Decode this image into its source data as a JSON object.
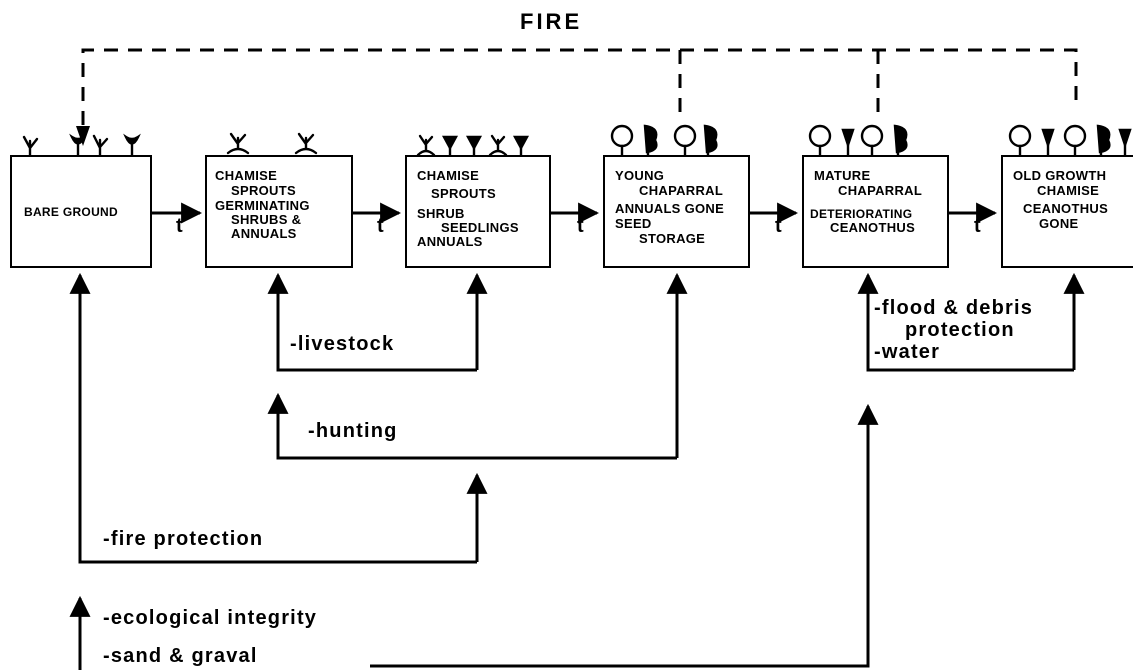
{
  "title": "FIRE",
  "time_label": "t",
  "stages": [
    {
      "id": "bare-ground",
      "lines": [
        "BARE GROUND"
      ]
    },
    {
      "id": "chamise-sprouts",
      "lines": [
        "CHAMISE",
        "SPROUTS",
        "GERMINATING",
        "SHRUBS &",
        "ANNUALS"
      ]
    },
    {
      "id": "shrub-seedlings",
      "lines": [
        "CHAMISE",
        "SPROUTS",
        "SHRUB",
        "SEEDLINGS",
        "ANNUALS"
      ]
    },
    {
      "id": "young-chaparral",
      "lines": [
        "YOUNG",
        "CHAPARRAL",
        "ANNUALS GONE",
        "SEED",
        "STORAGE"
      ]
    },
    {
      "id": "mature-chaparral",
      "lines": [
        "MATURE",
        "CHAPARRAL",
        "DETERIORATING",
        "CEANOTHUS"
      ]
    },
    {
      "id": "old-growth",
      "lines": [
        "OLD GROWTH",
        "CHAMISE",
        "CEANOTHUS",
        "GONE"
      ]
    }
  ],
  "drivers": {
    "livestock": "-livestock",
    "hunting": "-hunting",
    "fire_protection": "-fire protection",
    "flood_debris_1": "-flood & debris",
    "flood_debris_2": "protection",
    "water": "-water",
    "ecological_integrity": "-ecological integrity",
    "sand_gravel": "-sand & graval"
  }
}
